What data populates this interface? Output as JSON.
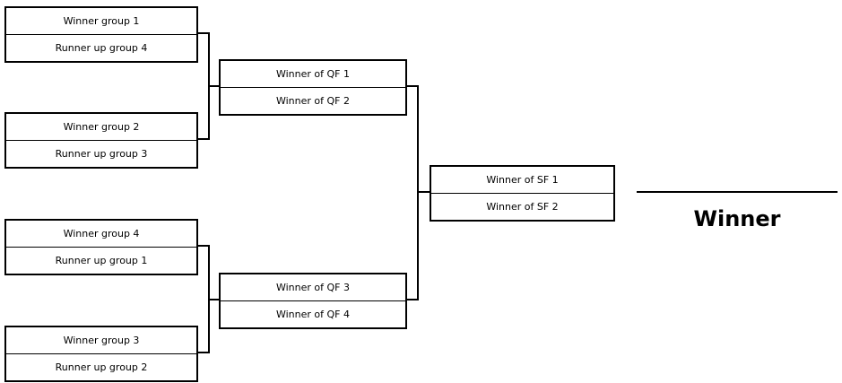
{
  "round_of_16": [
    {
      "top": "Winner group 1",
      "bottom": "Runner up group 4"
    },
    {
      "top": "Winner group 2",
      "bottom": "Runner up group 3"
    },
    {
      "top": "Winner group 4",
      "bottom": "Runner up group 1"
    },
    {
      "top": "Winner group 3",
      "bottom": "Runner up group 2"
    }
  ],
  "quarter_finals": [
    {
      "top": "Winner of QF 1",
      "bottom": "Winner of QF 2"
    },
    {
      "top": "Winner of QF 3",
      "bottom": "Winner of QF 4"
    }
  ],
  "semi_final": {
    "top": "Winner of SF 1",
    "bottom": "Winner of SF 2"
  },
  "final": {
    "label": "Winner"
  }
}
